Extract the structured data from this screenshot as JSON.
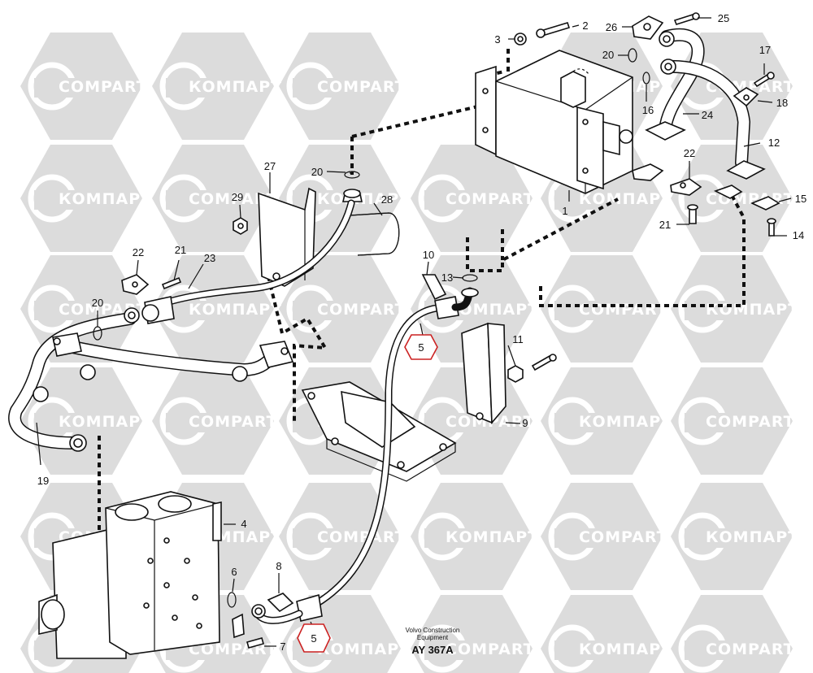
{
  "watermark": {
    "latin": "COMPART",
    "cyrillic": "КОМПАРТ",
    "color": "#d9d9d9"
  },
  "accent": {
    "hexagon": "#cc2222"
  },
  "callouts": {
    "c1": "1",
    "c2": "2",
    "c3": "3",
    "c4": "4",
    "c5a": "5",
    "c5b": "5",
    "c6": "6",
    "c7": "7",
    "c8": "8",
    "c9": "9",
    "c10": "10",
    "c11": "11",
    "c12": "12",
    "c13": "13",
    "c14": "14",
    "c15": "15",
    "c16": "16",
    "c17": "17",
    "c18": "18",
    "c19": "19",
    "c20a": "20",
    "c20b": "20",
    "c20c": "20",
    "c21a": "21",
    "c21b": "21",
    "c22a": "22",
    "c22b": "22",
    "c23": "23",
    "c24": "24",
    "c25": "25",
    "c26": "26",
    "c27": "27",
    "c28": "28",
    "c29": "29"
  },
  "footer": {
    "maker_line1": "Volvo Construction",
    "maker_line2": "Equipment",
    "code": "AY 367A"
  }
}
